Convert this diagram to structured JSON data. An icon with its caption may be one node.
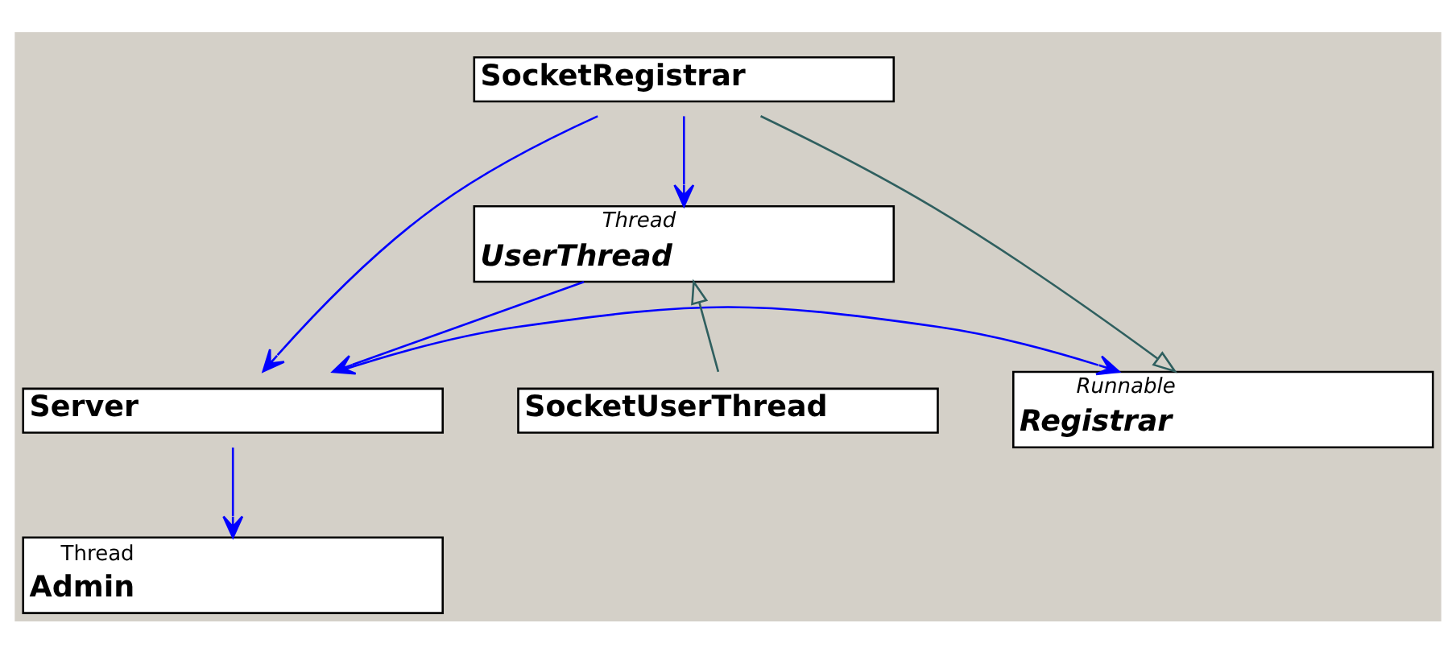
{
  "diagram": {
    "nodes": [
      {
        "text": [
          "Thread",
          "UserThread"
        ]
      },
      {
        "text": [
          "Server"
        ]
      },
      {
        "text": [
          "Runnable",
          "Registrar"
        ]
      },
      {
        "text": [
          "SocketUserThread"
        ]
      },
      {
        "text": [
          "SocketRegistrar"
        ]
      },
      {
        "text": [
          "Thread",
          "Admin"
        ]
      }
    ],
    "edges": [
      {
        "from": 0,
        "to": 1,
        "arrow": "to"
      },
      {
        "from": 1,
        "to": 2,
        "arrow": "to"
      },
      {
        "from": 3,
        "to": 0,
        "arrow": "to",
        "color": "#2f5f5f"
      },
      {
        "from": 4,
        "to": 2,
        "arrow": "to",
        "color": "#2f5f5f"
      },
      {
        "from": 4,
        "to": 1,
        "arrow": "to"
      },
      {
        "from": 4,
        "to": 0,
        "arrow": "to"
      },
      {
        "from": 1,
        "to": 5,
        "arrow": "to"
      }
    ]
  }
}
